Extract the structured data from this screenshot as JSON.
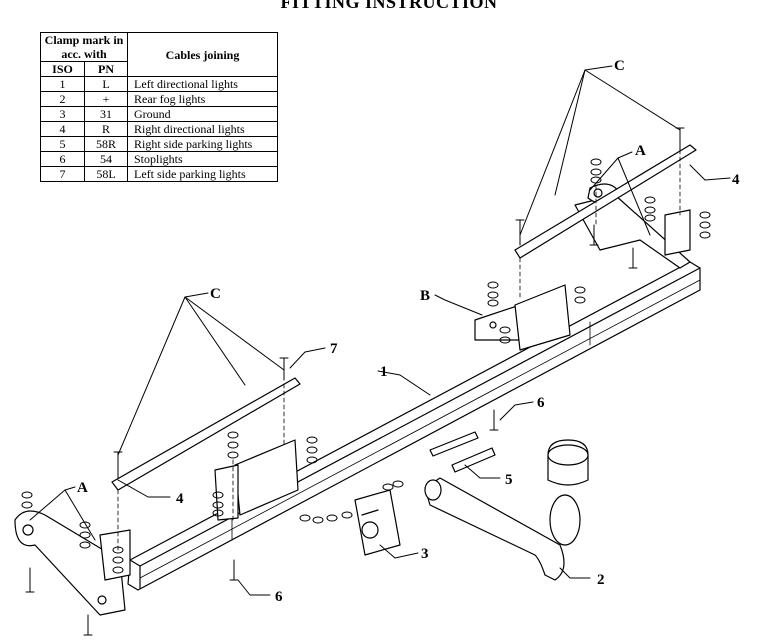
{
  "title": "FITTING INSTRUCTION",
  "table": {
    "header_clamp": "Clamp mark in acc. with",
    "header_cables": "Cables joining",
    "col_iso": "ISO",
    "col_pn": "PN",
    "rows": [
      {
        "iso": "1",
        "pn": "L",
        "desc": "Left directional lights"
      },
      {
        "iso": "2",
        "pn": "+",
        "desc": "Rear fog lights"
      },
      {
        "iso": "3",
        "pn": "31",
        "desc": "Ground"
      },
      {
        "iso": "4",
        "pn": "R",
        "desc": "Right directional lights"
      },
      {
        "iso": "5",
        "pn": "58R",
        "desc": "Right side parking lights"
      },
      {
        "iso": "6",
        "pn": "54",
        "desc": "Stoplights"
      },
      {
        "iso": "7",
        "pn": "58L",
        "desc": "Left side parking lights"
      }
    ]
  },
  "callouts": {
    "c_top": "C",
    "c_left": "C",
    "a_top": "A",
    "a_left": "A",
    "b": "B",
    "n1": "1",
    "n2": "2",
    "n3": "3",
    "n4_right": "4",
    "n4_left": "4",
    "n5": "5",
    "n6_mid": "6",
    "n6_bottom": "6",
    "n7": "7"
  }
}
